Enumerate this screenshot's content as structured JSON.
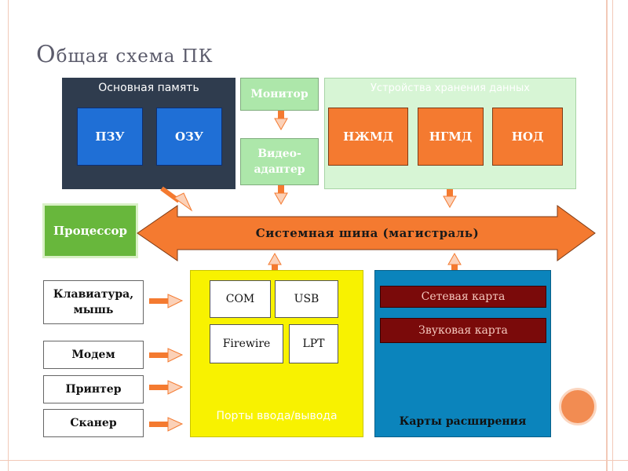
{
  "title": {
    "first": "О",
    "rest": "бщая схема ПК"
  },
  "memory": {
    "label": "Основная память",
    "rom": "ПЗУ",
    "ram": "ОЗУ"
  },
  "monitor": "Монитор",
  "video_adapter": "Видео-адаптер",
  "storage": {
    "label": "Устройства хранения данных",
    "hdd": "НЖМД",
    "fdd": "НГМД",
    "optical": "НОД"
  },
  "processor": "Процессор",
  "bus": "Системная шина (магистраль)",
  "peripherals": {
    "keyboard": "Клавиатура, мышь",
    "modem": "Модем",
    "printer": "Принтер",
    "scanner": "Сканер"
  },
  "ports": {
    "label": "Порты ввода/вывода",
    "com": "COM",
    "usb": "USB",
    "firewire": "Firewire",
    "lpt": "LPT"
  },
  "cards": {
    "label": "Карты расширения",
    "network": "Сетевая карта",
    "sound": "Звуковая карта"
  },
  "colors": {
    "memory_bg": "#2f3c4e",
    "storage_bg": "#d7f5d5",
    "processor_bg": "#68b73c",
    "bus": "#f47a30",
    "ports_bg": "#f8f200",
    "cards_bg": "#0b84bc"
  }
}
